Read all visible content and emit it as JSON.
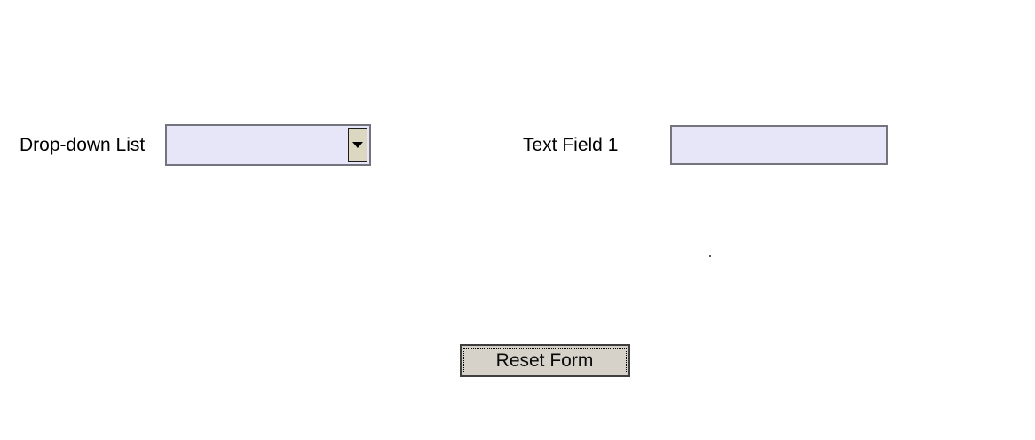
{
  "form": {
    "dropdown": {
      "label": "Drop-down List",
      "selected_value": ""
    },
    "text_field": {
      "label": "Text Field 1",
      "value": ""
    },
    "reset_button": {
      "label": "Reset Form"
    }
  },
  "colors": {
    "field_fill": "#e6e6f8",
    "field_border": "#74747e",
    "dropdown_button_fill": "#dcd7c1",
    "button_fill": "#d6d2c9",
    "text": "#000000"
  }
}
